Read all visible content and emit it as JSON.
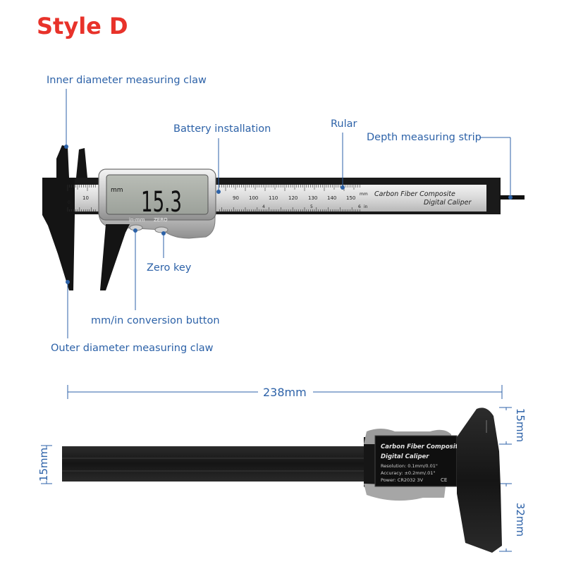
{
  "title": "Style D",
  "labels": {
    "inner_claw": "Inner diameter measuring claw",
    "battery": "Battery installation",
    "rular": "Rular",
    "depth": "Depth measuring strip",
    "zero_key": "Zero key",
    "mm_in": "mm/in conversion button",
    "outer_claw": "Outer diameter measuring claw"
  },
  "display": {
    "unit": "mm",
    "reading": "15.3",
    "button_left": "in-mm",
    "button_right": "ZERO"
  },
  "scale": {
    "ticks": [
      "10",
      "90",
      "100",
      "110",
      "120",
      "130",
      "140",
      "150"
    ],
    "unit": "mm",
    "inch_ticks": [
      "4",
      "5",
      "6"
    ],
    "inch_unit": "in"
  },
  "brand": {
    "line1": "Carbon Fiber Composite",
    "line2": "Digital Caliper"
  },
  "spec": {
    "line1": "Carbon Fiber Composite",
    "line2": "Digital Caliper",
    "resolution": "Resolution: 0.1mm/0.01\"",
    "accuracy": "Accuracy: ±0.2mm/.01\"",
    "power": "Power: CR2032 3V",
    "marks": "CE"
  },
  "dimensions": {
    "length": "238mm",
    "jaw_top": "15mm",
    "body_height": "15mm",
    "jaw_length": "32mm"
  },
  "colors": {
    "title": "#e8322a",
    "annotation": "#2d62a8",
    "body": "#1b1b1b",
    "lcd": "#a9aea7"
  }
}
